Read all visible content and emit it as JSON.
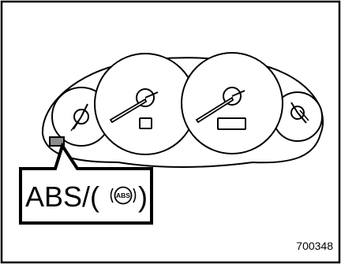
{
  "figure": {
    "id_label": "700348"
  },
  "callout": {
    "text_prefix": "ABS/(",
    "symbol_text": "ABS",
    "text_suffix": ")"
  },
  "colors": {
    "line": "#000000",
    "background": "#ffffff",
    "indicator_fill": "#8c8c8c"
  },
  "icons": [
    "gauge-needle-icon",
    "abs-warning-symbol-icon",
    "warning-indicator-lamp-icon"
  ]
}
